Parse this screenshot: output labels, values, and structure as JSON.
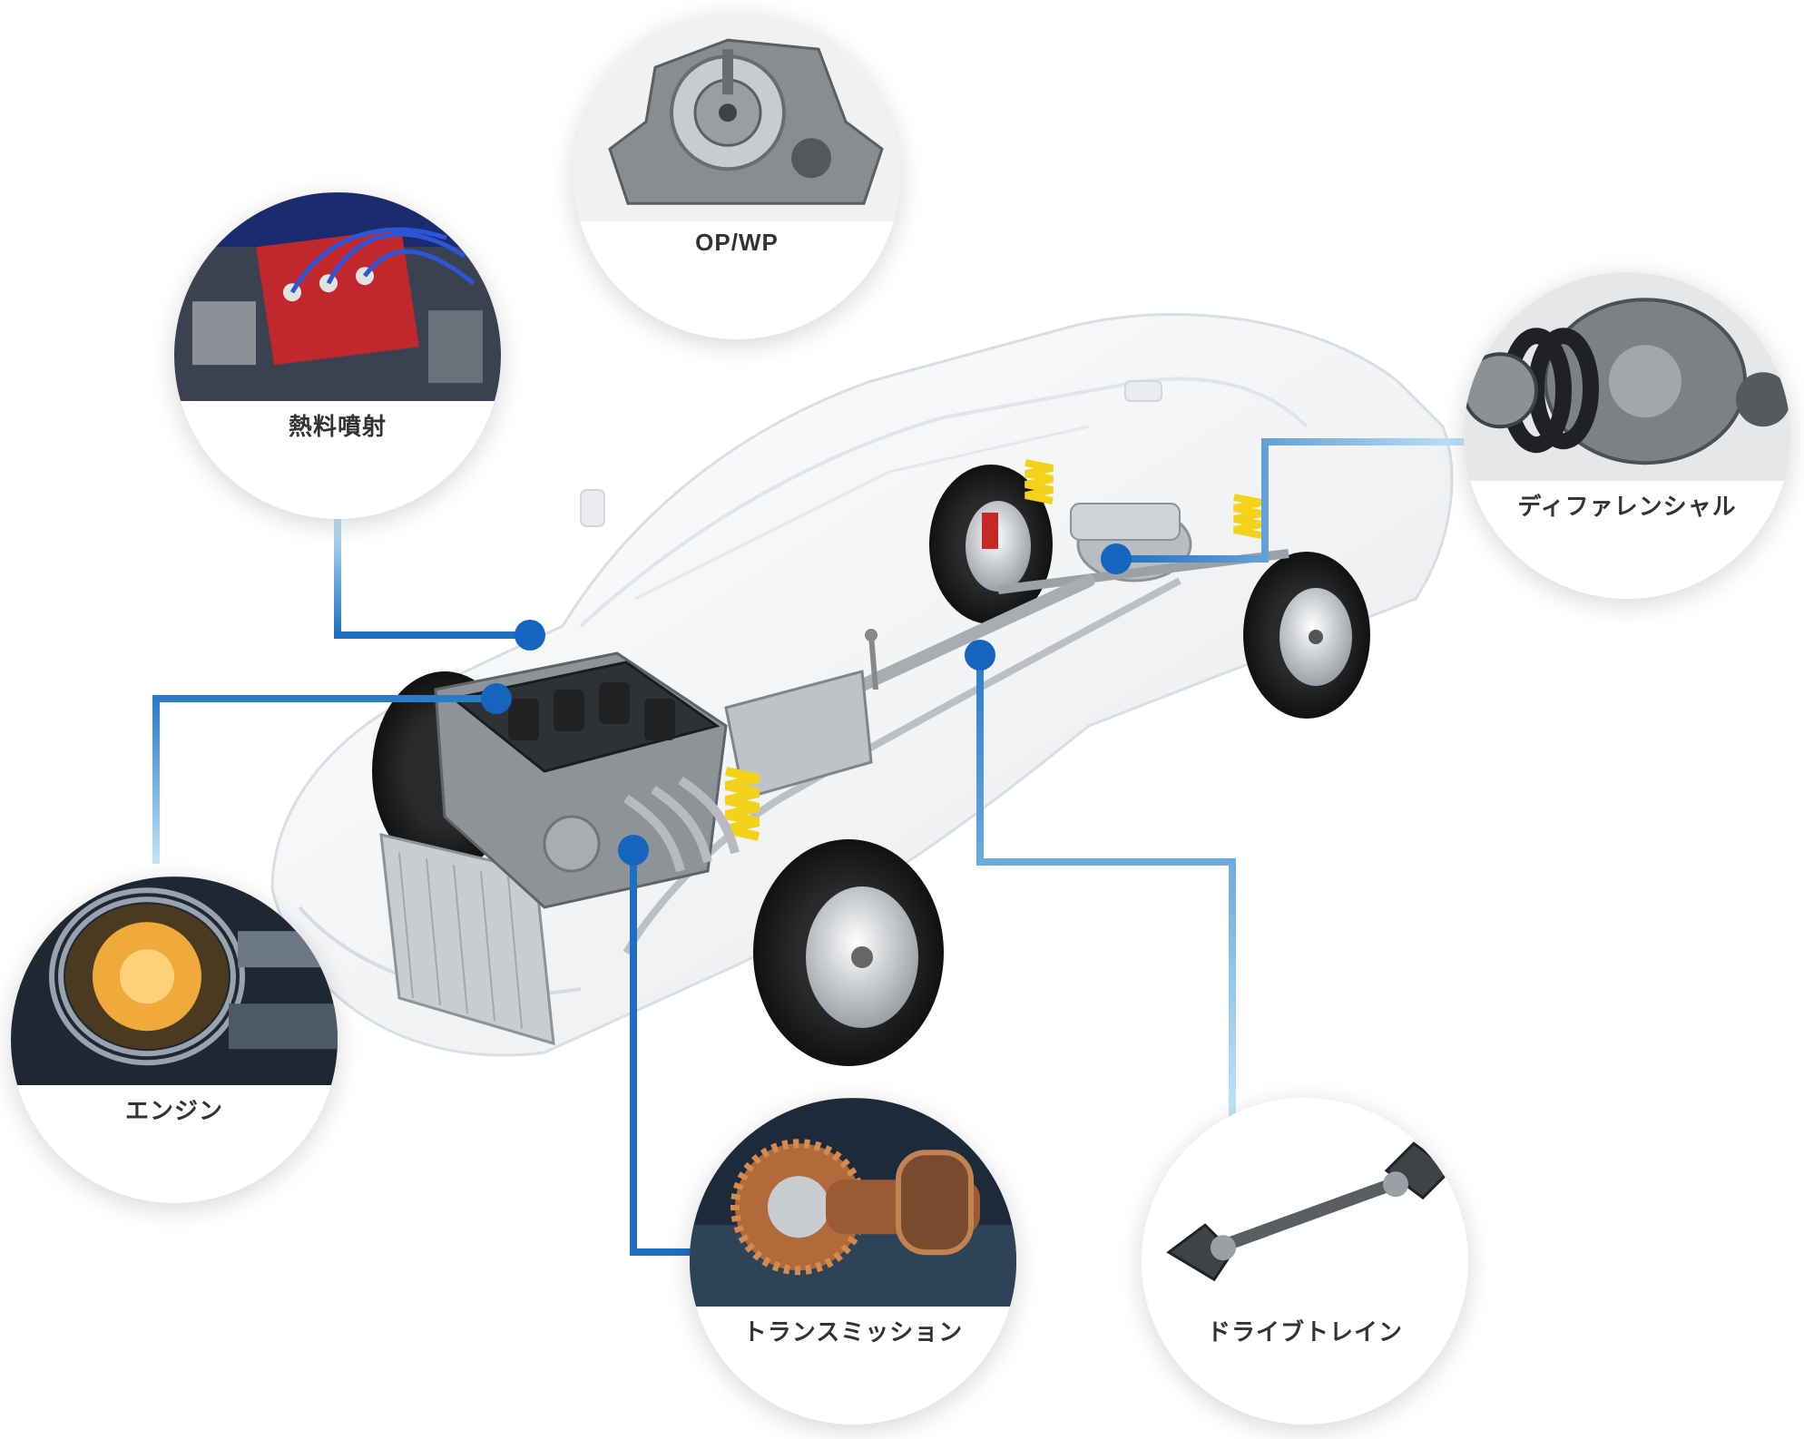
{
  "colors": {
    "accent": "#1565c0",
    "line_light": "#bfe3f7",
    "line_dark": "#1e6fc1",
    "spring_yellow": "#f3d21a"
  },
  "callouts": [
    {
      "id": "fuel-injection",
      "label": "熱料噴射",
      "icon": "engine-head-photo"
    },
    {
      "id": "op-wp",
      "label": "OP/WP",
      "icon": "pump-housing-photo"
    },
    {
      "id": "differential",
      "label": "ディファレンシャル",
      "icon": "differential-photo"
    },
    {
      "id": "engine",
      "label": "エンジン",
      "icon": "engine-parts-photo"
    },
    {
      "id": "transmission",
      "label": "トランスミッション",
      "icon": "gear-photo"
    },
    {
      "id": "drivetrain",
      "label": "ドライブトレイン",
      "icon": "drive-shaft-photo"
    }
  ]
}
